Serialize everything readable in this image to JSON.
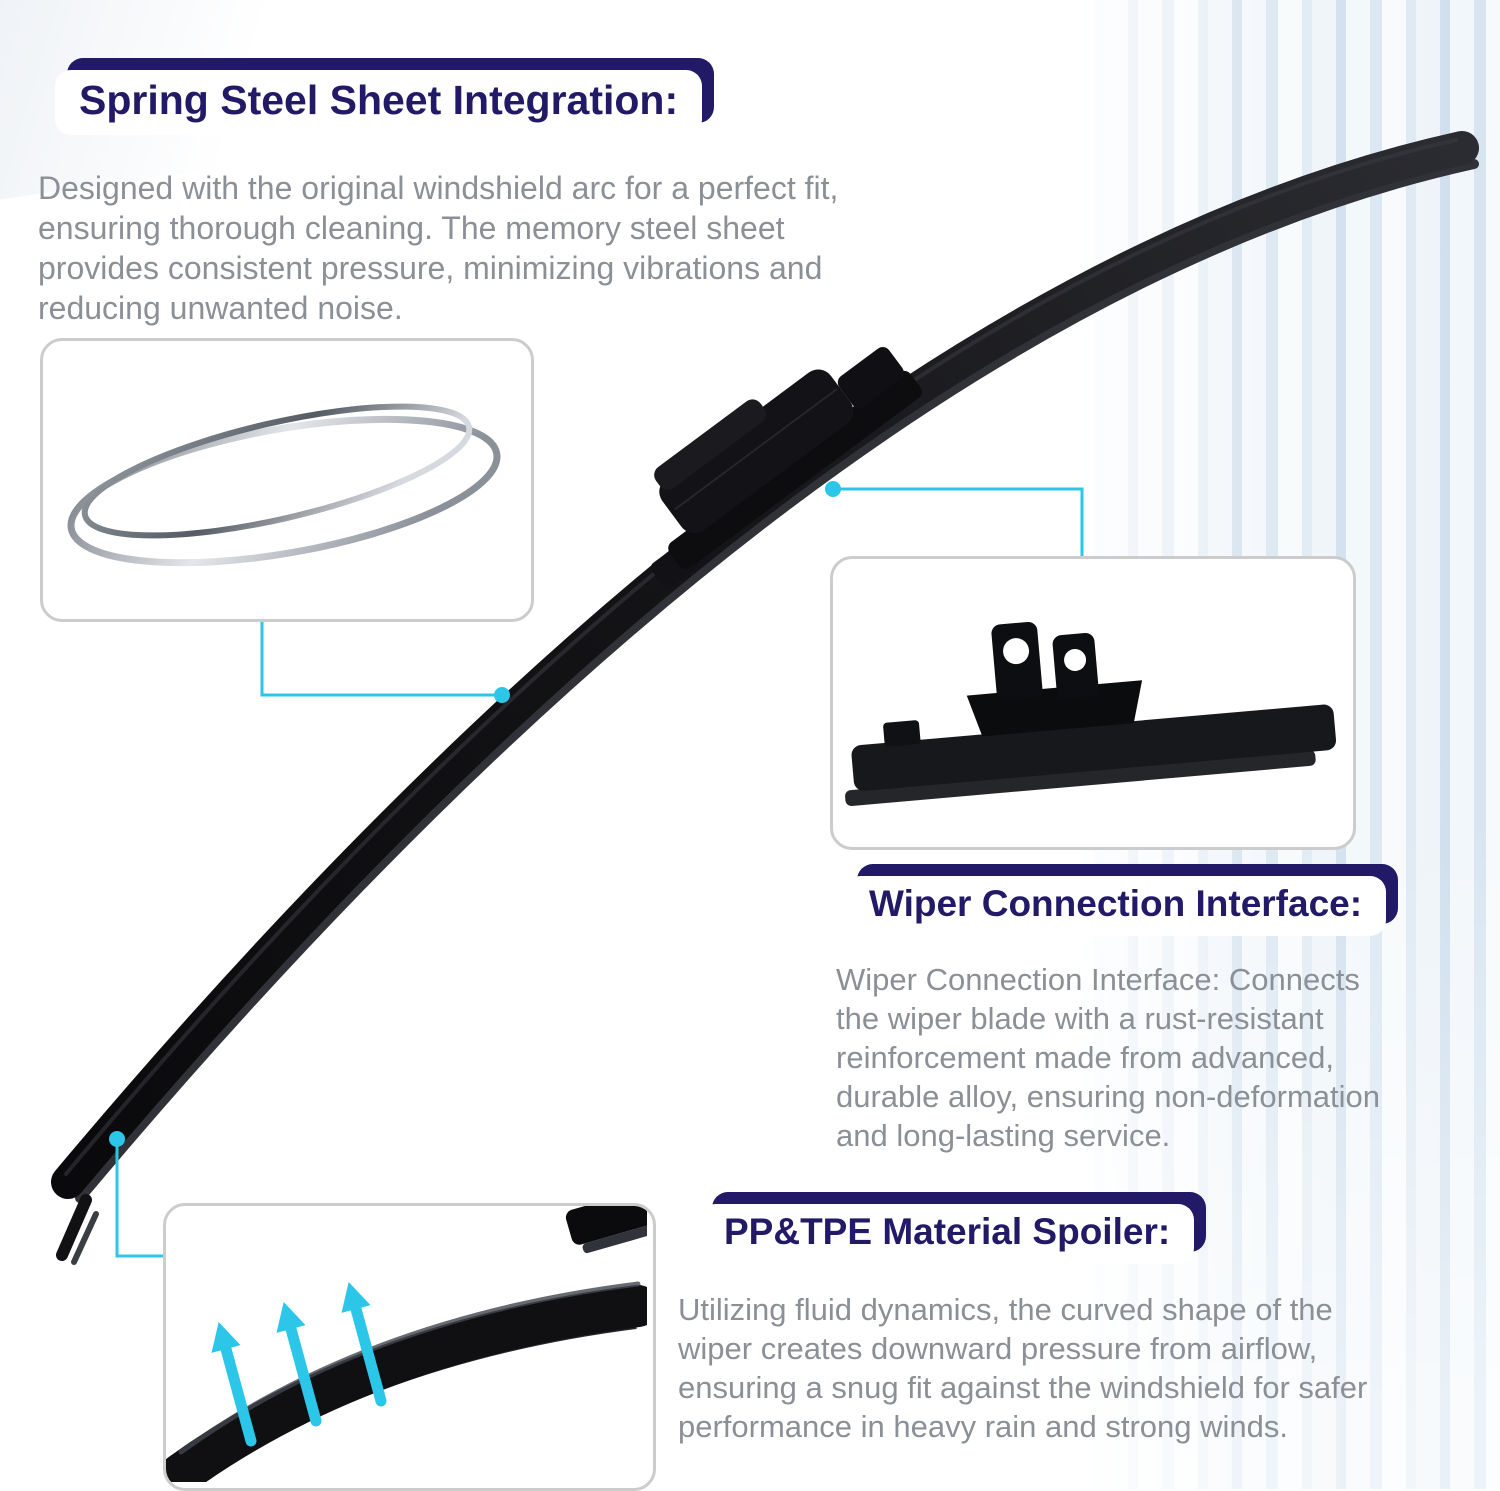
{
  "colors": {
    "heading_navy": "#221a66",
    "callout_cyan": "#2cc6e8",
    "body_text_gray": "#8b9096",
    "inset_border_gray": "#cccccc",
    "blade_black": "#0c0c0e"
  },
  "sections": {
    "spring_steel": {
      "heading": "Spring Steel Sheet Integration:",
      "lines": [
        "Designed with the original windshield arc for a perfect fit,",
        "ensuring thorough cleaning. The memory steel sheet",
        "provides consistent pressure, minimizing vibrations and",
        "reducing unwanted noise."
      ]
    },
    "connection": {
      "heading": "Wiper Connection Interface:",
      "lines": [
        "Wiper Connection Interface: Connects",
        "the wiper blade with a rust-resistant",
        "reinforcement made from advanced,",
        "durable alloy, ensuring non-deformation",
        "and long-lasting service."
      ]
    },
    "spoiler": {
      "heading": "PP&TPE Material Spoiler:",
      "lines": [
        "Utilizing fluid dynamics, the curved shape of the",
        "wiper creates downward pressure from airflow,",
        "ensuring a snug fit against the windshield for safer",
        "performance in heavy rain and strong winds."
      ]
    }
  },
  "figures": {
    "blade": "curved beam wiper blade",
    "inset_steel": "spring steel sheets",
    "inset_connector": "wiper connection interface close-up",
    "inset_spoiler": "spoiler with airflow arrows"
  }
}
